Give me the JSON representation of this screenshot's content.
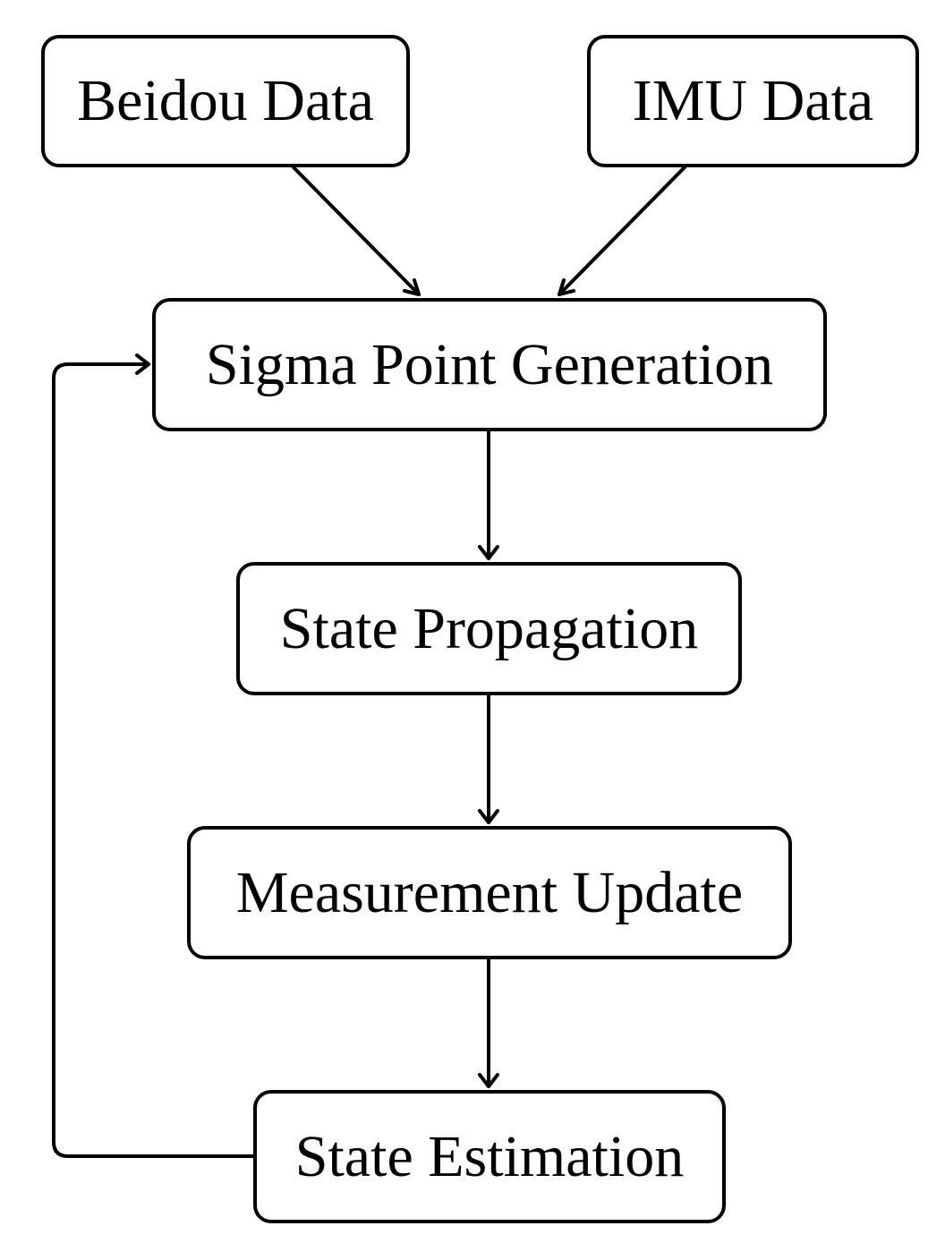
{
  "nodes": {
    "beidou": "Beidou Data",
    "imu": "IMU Data",
    "sigma": "Sigma Point Generation",
    "propagation": "State Propagation",
    "measurement": "Measurement Update",
    "estimation": "State Estimation"
  },
  "edges": [
    {
      "from": "beidou",
      "to": "sigma"
    },
    {
      "from": "imu",
      "to": "sigma"
    },
    {
      "from": "sigma",
      "to": "propagation"
    },
    {
      "from": "propagation",
      "to": "measurement"
    },
    {
      "from": "measurement",
      "to": "estimation"
    },
    {
      "from": "estimation",
      "to": "sigma",
      "kind": "feedback-loop"
    }
  ],
  "colors": {
    "stroke": "#000000",
    "background": "#ffffff"
  }
}
